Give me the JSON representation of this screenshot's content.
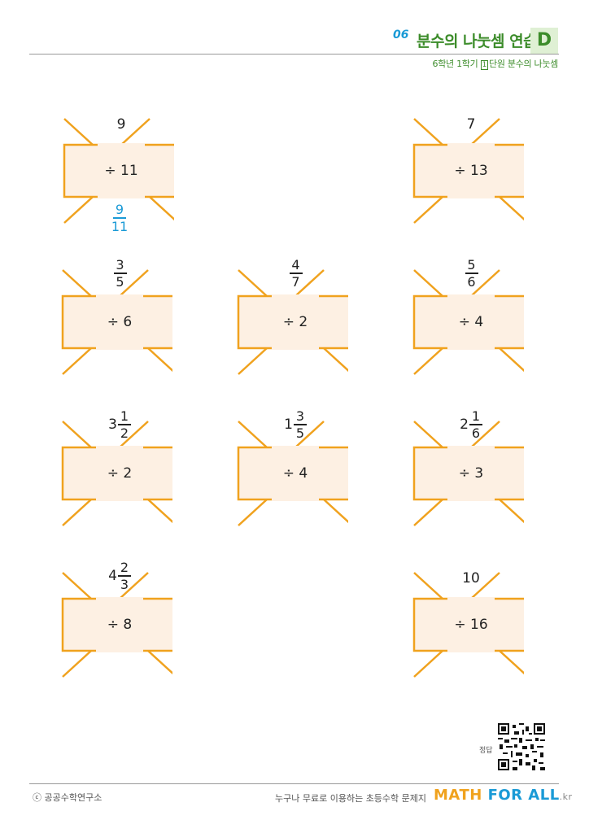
{
  "header": {
    "number": "06",
    "title": "분수의 나눗셈 연습",
    "level": "D",
    "subtitle_pre": "6학년 1학기",
    "subtitle_box": "1",
    "subtitle_post": "단원 분수의 나눗셈"
  },
  "problems": [
    {
      "top": "9",
      "divisor": "÷ 11",
      "answer_num": "9",
      "answer_den": "11"
    },
    {
      "top": "7",
      "divisor": "÷ 13"
    },
    {
      "whole": "",
      "num": "3",
      "den": "5",
      "divisor": "÷ 6"
    },
    {
      "whole": "",
      "num": "4",
      "den": "7",
      "divisor": "÷ 2"
    },
    {
      "whole": "",
      "num": "5",
      "den": "6",
      "divisor": "÷ 4"
    },
    {
      "whole": "3",
      "num": "1",
      "den": "2",
      "divisor": "÷ 2"
    },
    {
      "whole": "1",
      "num": "3",
      "den": "5",
      "divisor": "÷ 4"
    },
    {
      "whole": "2",
      "num": "1",
      "den": "6",
      "divisor": "÷ 3"
    },
    {
      "whole": "4",
      "num": "2",
      "den": "3",
      "divisor": "÷ 8"
    },
    {
      "top": "10",
      "divisor": "÷ 16"
    }
  ],
  "qr_label": "정답",
  "footer": {
    "copyright": "ⓒ 공공수학연구소",
    "tagline": "누구나 무료로 이용하는 초등수학 문제지",
    "brand_a": "MATH ",
    "brand_b": "FOR ALL",
    "brand_c": ".kr"
  },
  "colors": {
    "frame": "#f0a21e",
    "fill": "#fdf0e3",
    "accent_green": "#3c8c2a",
    "accent_blue": "#1a9ad6"
  }
}
